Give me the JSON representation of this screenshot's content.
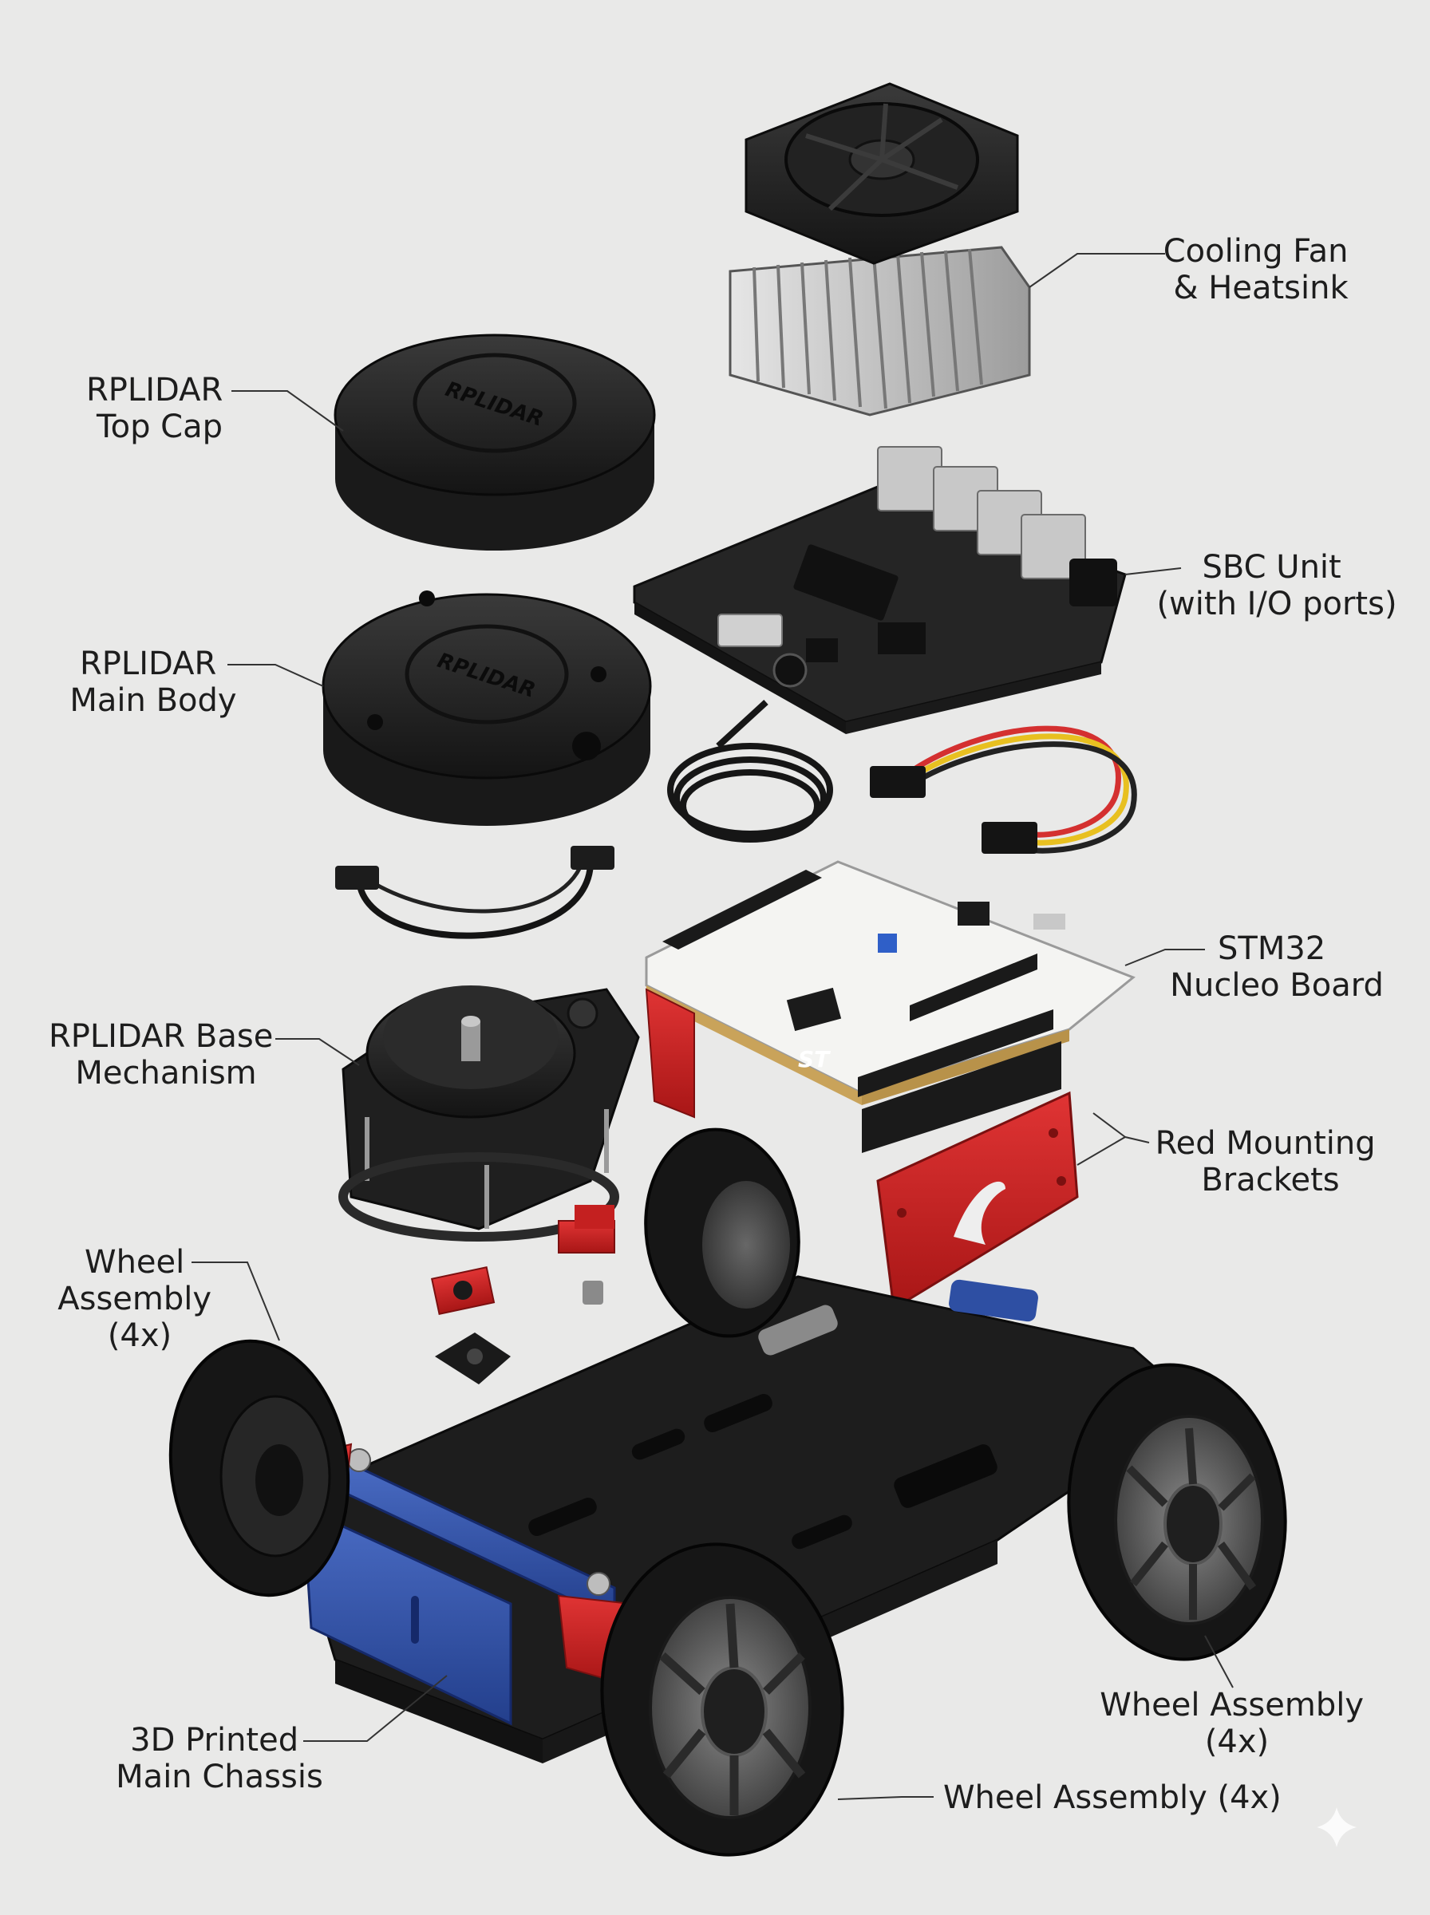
{
  "labels": {
    "cooling_fan": [
      "Cooling Fan",
      "& Heatsink"
    ],
    "rplidar_top_cap": [
      "RPLIDAR",
      "Top Cap"
    ],
    "sbc_unit": [
      "SBC Unit",
      "(with I/O ports)"
    ],
    "rplidar_main_body": [
      "RPLIDAR",
      "Main Body"
    ],
    "stm32_board": [
      "STM32",
      "Nucleo Board"
    ],
    "rplidar_base": [
      "RPLIDAR Base",
      "Mechanism"
    ],
    "red_brackets": [
      "Red Mounting",
      "Brackets"
    ],
    "wheel_left": [
      "Wheel",
      "Assembly",
      "(4x)"
    ],
    "wheel_right": [
      "Wheel Assembly",
      "(4x)"
    ],
    "chassis": [
      "3D Printed",
      "Main Chassis"
    ],
    "wheel_bottom": "Wheel Assembly (4x)"
  },
  "part_markings": {
    "lidar_logo": "RPLIDAR",
    "st_logo": "ST"
  },
  "colors": {
    "background": "#e9e9e8",
    "part_black": "#1e1e1e",
    "accent_red": "#c4201f",
    "accent_blue": "#2e4fa3",
    "board_white": "#f4f4f2",
    "heatsink_silver": "#c6c6c6"
  }
}
